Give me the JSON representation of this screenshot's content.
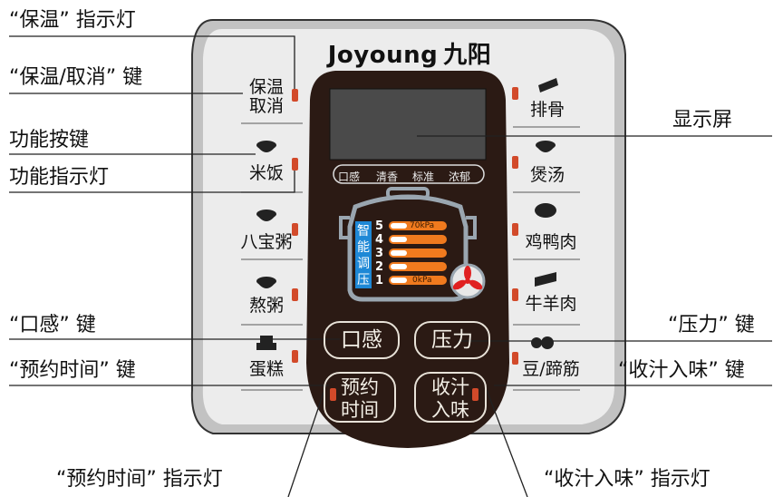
{
  "brand": "Joyoung",
  "brand_cn": "九阳",
  "callouts": {
    "keepwarm_light": "“保温” 指示灯",
    "keepwarm_cancel_key": "“保温/取消” 键",
    "function_key": "功能按键",
    "function_light": "功能指示灯",
    "texture_key": "“口感” 键",
    "timer_key": "“预约时间” 键",
    "timer_light": "“预约时间” 指示灯",
    "display": "显示屏",
    "pressure_key": "“压力” 键",
    "reduce_key": "“收汁入味” 键",
    "reduce_light": "“收汁入味” 指示灯"
  },
  "left_functions": {
    "keepwarm_line1": "保温",
    "keepwarm_line2": "取消",
    "rice": "米饭",
    "babao": "八宝粥",
    "porridge": "熬粥",
    "cake": "蛋糕"
  },
  "right_functions": {
    "ribs": "排骨",
    "soup": "煲汤",
    "poultry": "鸡鸭肉",
    "beef": "牛羊肉",
    "beans": "豆/蹄筋"
  },
  "display_modes": [
    "口感",
    "清香",
    "标准",
    "浓郁"
  ],
  "smart_label": [
    "智",
    "能",
    "调",
    "压"
  ],
  "pressure_levels": [
    "5",
    "4",
    "3",
    "2",
    "1"
  ],
  "pressure_max": "70kPa",
  "pressure_min": "0kPa",
  "buttons": {
    "texture": "口感",
    "pressure": "压力",
    "timer_line1": "预约",
    "timer_line2": "时间",
    "reduce_line1": "收汁",
    "reduce_line2": "入味"
  }
}
